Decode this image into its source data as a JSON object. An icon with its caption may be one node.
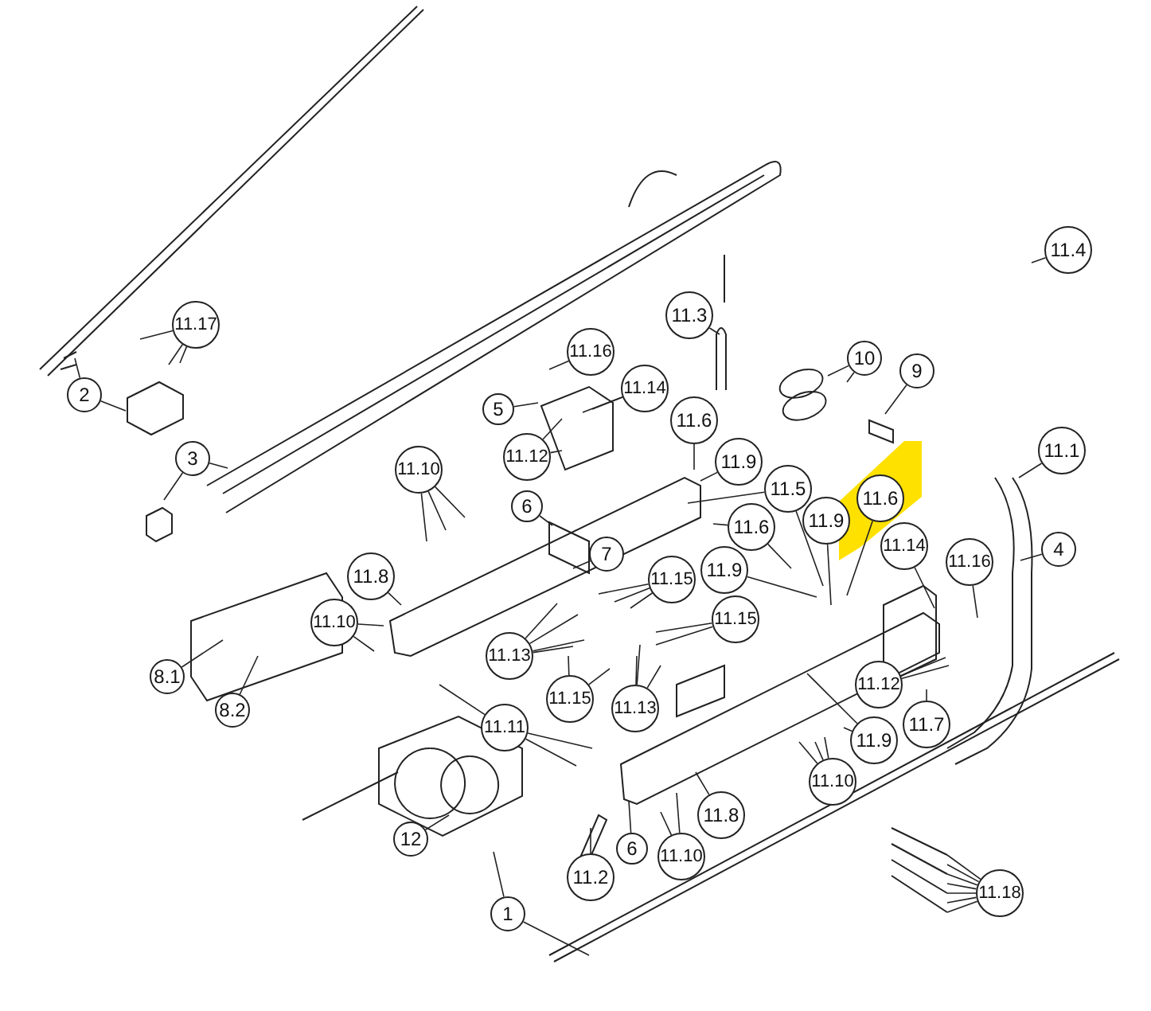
{
  "diagram": {
    "nodes": [
      {
        "text": [
          "11.4"
        ]
      },
      {
        "text": [
          "11.17"
        ]
      },
      {
        "text": [
          "11.3"
        ]
      },
      {
        "text": [
          "11.16"
        ]
      },
      {
        "text": [
          "10"
        ]
      },
      {
        "text": [
          "9"
        ]
      },
      {
        "text": [
          "2"
        ]
      },
      {
        "text": [
          "11.14"
        ]
      },
      {
        "text": [
          "5"
        ]
      },
      {
        "text": [
          "11.12"
        ]
      },
      {
        "text": [
          "11.6"
        ]
      },
      {
        "text": [
          "3"
        ]
      },
      {
        "text": [
          "11.10"
        ]
      },
      {
        "text": [
          "11.9"
        ]
      },
      {
        "text": [
          "11.5"
        ]
      },
      {
        "text": [
          "6"
        ]
      },
      {
        "text": [
          "11.6"
        ]
      },
      {
        "text": [
          "11.6"
        ]
      },
      {
        "text": [
          "11.9"
        ]
      },
      {
        "text": [
          "11.1"
        ]
      },
      {
        "text": [
          "7"
        ]
      },
      {
        "text": [
          "11.14"
        ]
      },
      {
        "text": [
          "11.16"
        ]
      },
      {
        "text": [
          "4"
        ]
      },
      {
        "text": [
          "11.15"
        ]
      },
      {
        "text": [
          "11.9"
        ]
      },
      {
        "text": [
          "11.8"
        ]
      },
      {
        "text": [
          "11.15"
        ]
      },
      {
        "text": [
          "11.10"
        ]
      },
      {
        "text": [
          "11.13"
        ]
      },
      {
        "text": [
          "11.12"
        ]
      },
      {
        "text": [
          "11.7"
        ]
      },
      {
        "text": [
          "8.1"
        ]
      },
      {
        "text": [
          "8.2"
        ]
      },
      {
        "text": [
          "11.15"
        ]
      },
      {
        "text": [
          "11.13"
        ]
      },
      {
        "text": [
          "11.9"
        ]
      },
      {
        "text": [
          "11.11"
        ]
      },
      {
        "text": [
          "11.10"
        ]
      },
      {
        "text": [
          "12"
        ]
      },
      {
        "text": [
          "11.8"
        ]
      },
      {
        "text": [
          "11.10"
        ]
      },
      {
        "text": [
          "6"
        ]
      },
      {
        "text": [
          "11.2"
        ]
      },
      {
        "text": [
          "11.18"
        ]
      },
      {
        "text": [
          "1"
        ]
      }
    ],
    "edges": [
      {
        "from": 0,
        "to": null,
        "arrow": "none"
      },
      {
        "from": 1,
        "to": null,
        "arrow": "none"
      },
      {
        "from": 1,
        "to": null,
        "arrow": "none"
      },
      {
        "from": 1,
        "to": null,
        "arrow": "none"
      },
      {
        "from": 2,
        "to": null,
        "arrow": "none"
      },
      {
        "from": 3,
        "to": null,
        "arrow": "none"
      },
      {
        "from": 4,
        "to": null,
        "arrow": "none"
      },
      {
        "from": 4,
        "to": null,
        "arrow": "none"
      },
      {
        "from": 5,
        "to": null,
        "arrow": "none"
      },
      {
        "from": 6,
        "to": null,
        "arrow": "none"
      },
      {
        "from": 6,
        "to": null,
        "arrow": "none"
      },
      {
        "from": 7,
        "to": null,
        "arrow": "none"
      },
      {
        "from": 7,
        "to": null,
        "arrow": "none"
      },
      {
        "from": 8,
        "to": null,
        "arrow": "none"
      },
      {
        "from": 9,
        "to": null,
        "arrow": "none"
      },
      {
        "from": 9,
        "to": null,
        "arrow": "none"
      },
      {
        "from": 10,
        "to": null,
        "arrow": "none"
      },
      {
        "from": 11,
        "to": null,
        "arrow": "none"
      },
      {
        "from": 11,
        "to": null,
        "arrow": "none"
      },
      {
        "from": 12,
        "to": null,
        "arrow": "none"
      },
      {
        "from": 12,
        "to": null,
        "arrow": "none"
      },
      {
        "from": 12,
        "to": null,
        "arrow": "none"
      },
      {
        "from": 13,
        "to": null,
        "arrow": "none"
      },
      {
        "from": 14,
        "to": null,
        "arrow": "none"
      },
      {
        "from": 14,
        "to": null,
        "arrow": "none"
      },
      {
        "from": 15,
        "to": null,
        "arrow": "none"
      },
      {
        "from": 16,
        "to": null,
        "arrow": "none"
      },
      {
        "from": 17,
        "to": null,
        "arrow": "none"
      },
      {
        "from": 17,
        "to": null,
        "arrow": "none"
      },
      {
        "from": 18,
        "to": null,
        "arrow": "none"
      },
      {
        "from": 19,
        "to": null,
        "arrow": "none"
      },
      {
        "from": 20,
        "to": null,
        "arrow": "none"
      },
      {
        "from": 21,
        "to": null,
        "arrow": "none"
      },
      {
        "from": 22,
        "to": null,
        "arrow": "none"
      },
      {
        "from": 23,
        "to": null,
        "arrow": "none"
      },
      {
        "from": 24,
        "to": null,
        "arrow": "none"
      },
      {
        "from": 24,
        "to": null,
        "arrow": "none"
      },
      {
        "from": 24,
        "to": null,
        "arrow": "none"
      },
      {
        "from": 25,
        "to": null,
        "arrow": "none"
      },
      {
        "from": 26,
        "to": null,
        "arrow": "none"
      },
      {
        "from": 27,
        "to": null,
        "arrow": "none"
      },
      {
        "from": 27,
        "to": null,
        "arrow": "none"
      },
      {
        "from": 28,
        "to": null,
        "arrow": "none"
      },
      {
        "from": 28,
        "to": null,
        "arrow": "none"
      },
      {
        "from": 29,
        "to": null,
        "arrow": "none"
      },
      {
        "from": 29,
        "to": null,
        "arrow": "none"
      },
      {
        "from": 29,
        "to": null,
        "arrow": "none"
      },
      {
        "from": 29,
        "to": null,
        "arrow": "none"
      },
      {
        "from": 30,
        "to": null,
        "arrow": "none"
      },
      {
        "from": 30,
        "to": null,
        "arrow": "none"
      },
      {
        "from": 31,
        "to": null,
        "arrow": "none"
      },
      {
        "from": 32,
        "to": null,
        "arrow": "none"
      },
      {
        "from": 33,
        "to": null,
        "arrow": "none"
      },
      {
        "from": 34,
        "to": null,
        "arrow": "none"
      },
      {
        "from": 34,
        "to": null,
        "arrow": "none"
      },
      {
        "from": 35,
        "to": null,
        "arrow": "none"
      },
      {
        "from": 35,
        "to": null,
        "arrow": "none"
      },
      {
        "from": 35,
        "to": null,
        "arrow": "none"
      },
      {
        "from": 36,
        "to": null,
        "arrow": "none"
      },
      {
        "from": 36,
        "to": null,
        "arrow": "none"
      },
      {
        "from": 37,
        "to": null,
        "arrow": "none"
      },
      {
        "from": 37,
        "to": null,
        "arrow": "none"
      },
      {
        "from": 37,
        "to": null,
        "arrow": "none"
      },
      {
        "from": 38,
        "to": null,
        "arrow": "none"
      },
      {
        "from": 38,
        "to": null,
        "arrow": "none"
      },
      {
        "from": 38,
        "to": null,
        "arrow": "none"
      },
      {
        "from": 39,
        "to": null,
        "arrow": "none"
      },
      {
        "from": 40,
        "to": null,
        "arrow": "none"
      },
      {
        "from": 41,
        "to": null,
        "arrow": "none"
      },
      {
        "from": 41,
        "to": null,
        "arrow": "none"
      },
      {
        "from": 42,
        "to": null,
        "arrow": "none"
      },
      {
        "from": 43,
        "to": null,
        "arrow": "none"
      },
      {
        "from": 44,
        "to": null,
        "arrow": "none"
      },
      {
        "from": 44,
        "to": null,
        "arrow": "none"
      },
      {
        "from": 44,
        "to": null,
        "arrow": "none"
      },
      {
        "from": 44,
        "to": null,
        "arrow": "none"
      },
      {
        "from": 44,
        "to": null,
        "arrow": "none"
      },
      {
        "from": 44,
        "to": null,
        "arrow": "none"
      },
      {
        "from": 44,
        "to": null,
        "arrow": "none"
      },
      {
        "from": 45,
        "to": null,
        "arrow": "none"
      },
      {
        "from": 45,
        "to": null,
        "arrow": "none"
      }
    ]
  }
}
